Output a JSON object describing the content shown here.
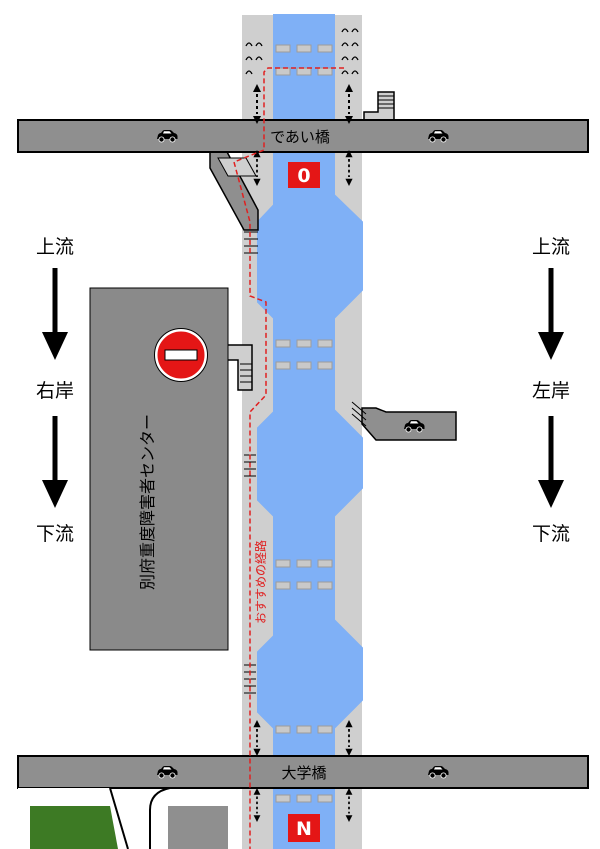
{
  "bridges": {
    "top": {
      "name": "であい橋",
      "marker": "0"
    },
    "bottom": {
      "name": "大学橋",
      "marker": "N"
    }
  },
  "left_side": {
    "upstream": "上流",
    "bank": "右岸",
    "downstream": "下流"
  },
  "right_side": {
    "upstream": "上流",
    "bank": "左岸",
    "downstream": "下流"
  },
  "building": {
    "name": "別府重度障害者センター"
  },
  "route": {
    "label": "おすすめの経路",
    "color": "#e02020"
  },
  "colors": {
    "river": "#7fb0f6",
    "riverbank": "#cfcfcf",
    "road": "#8f8f8f",
    "building": "#8a8a8a",
    "marker": "#e41616",
    "no_entry": "#e41616",
    "grass": "#3d7a24"
  },
  "icons": [
    "car-icon",
    "no-entry-icon",
    "down-arrow-icon",
    "double-arrow-icon",
    "stairs-icon"
  ]
}
